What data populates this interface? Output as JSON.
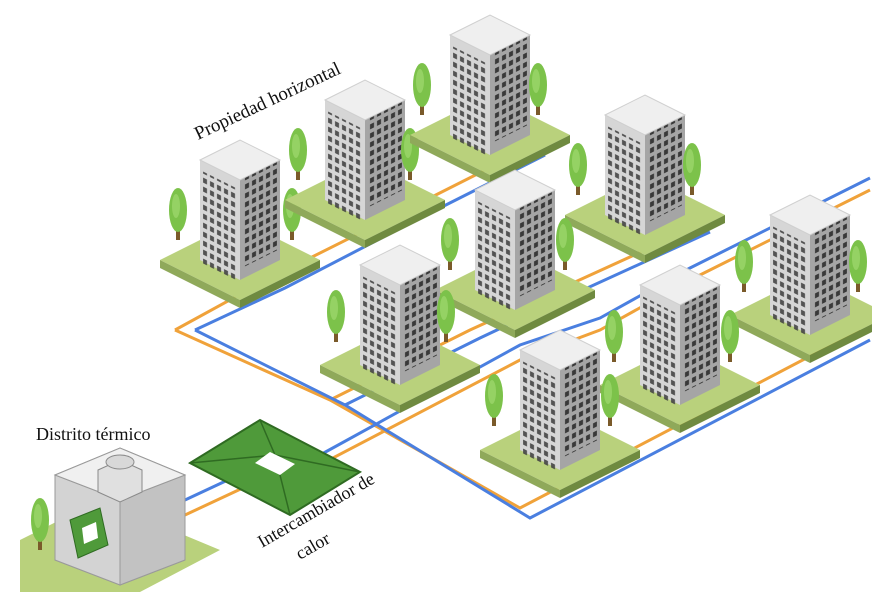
{
  "labels": {
    "horizontal_property": "Propiedad horizontal",
    "thermal_district": "Distrito térmico",
    "heat_exchanger_line1": "Intercambiador de",
    "heat_exchanger_line2": "calor"
  },
  "colors": {
    "supply_pipe": "#f0a23a",
    "return_pipe": "#4a7fe0",
    "grass_top": "#b9d17c",
    "grass_side": "#7f9a4e",
    "tree": "#7cc24a",
    "building_light": "#e9e9e9",
    "building_dark": "#9a9a9a",
    "window": "#3a3a3a",
    "exchanger_green": "#4f9a3a",
    "exchanger_dark": "#2f6b22"
  },
  "buildings_count": 10
}
